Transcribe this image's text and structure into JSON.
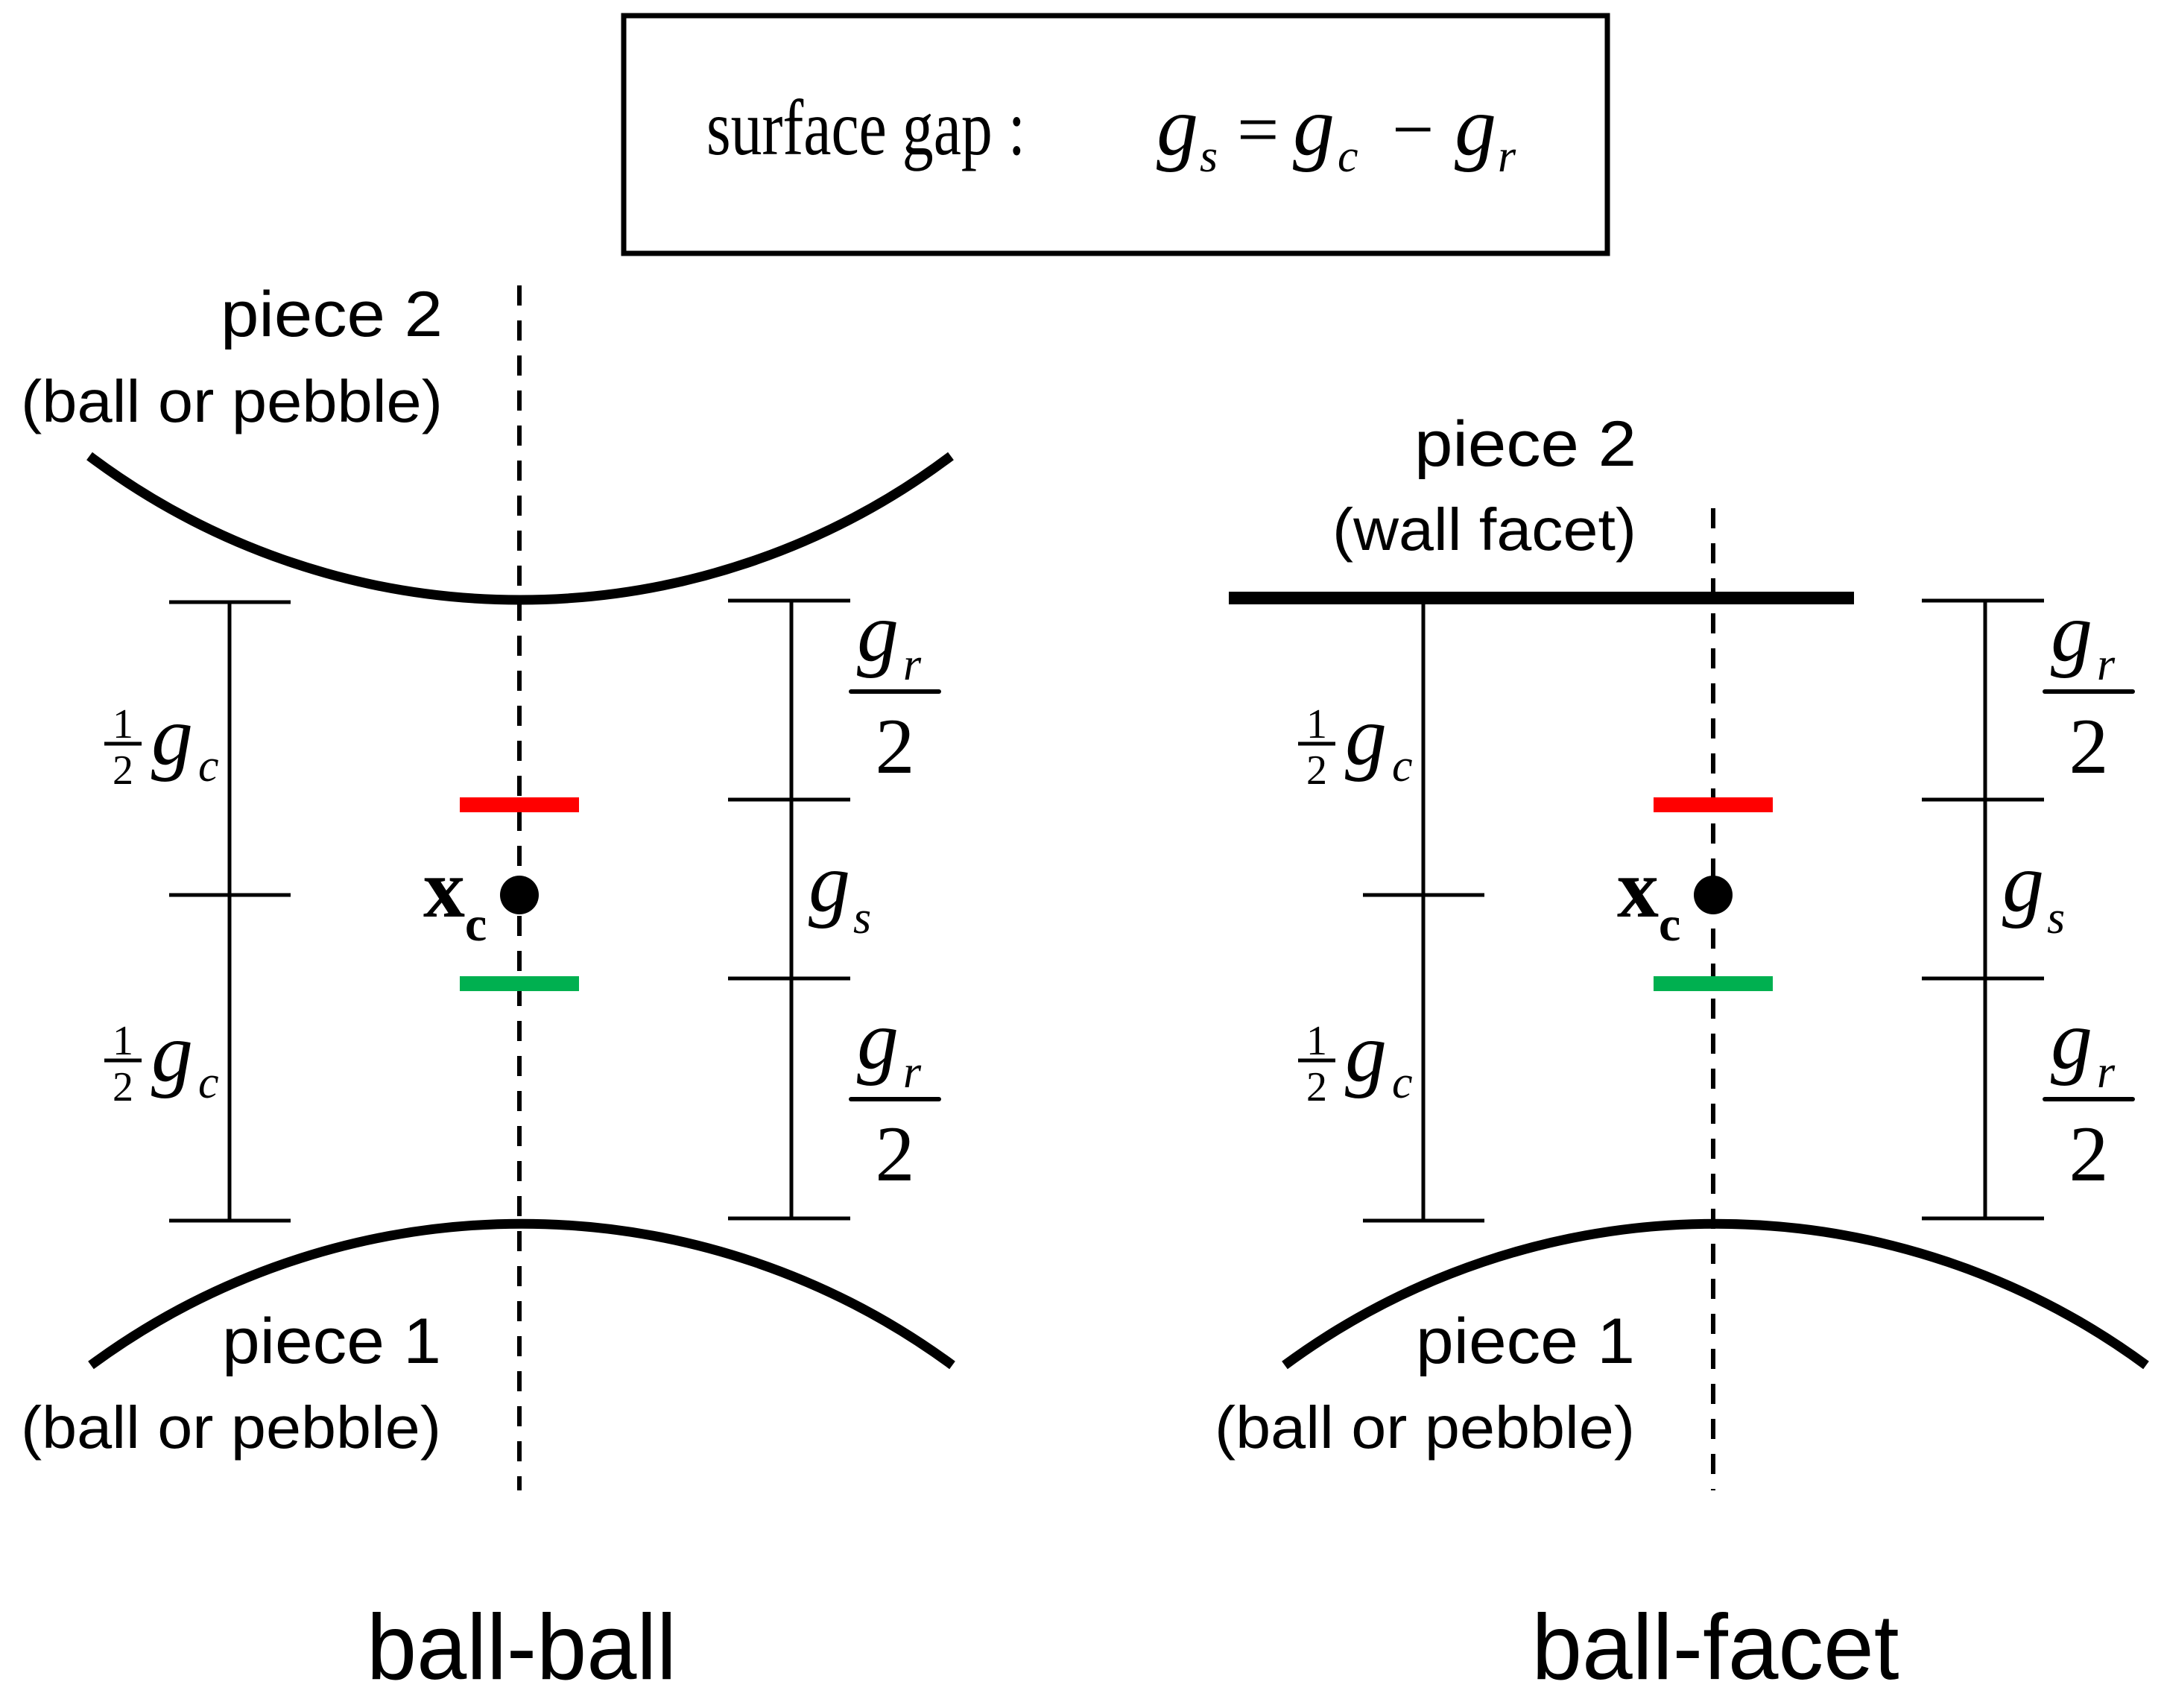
{
  "formula_box": {
    "label": "surface gap :",
    "equation": {
      "lhs_symbol": "g",
      "lhs_sub": "s",
      "equals": "=",
      "term1_symbol": "g",
      "term1_sub": "c",
      "minus": "−",
      "term2_symbol": "g",
      "term2_sub": "r"
    }
  },
  "colors": {
    "upper_marker": "#FF0000",
    "lower_marker": "#00B050",
    "ink": "#000000"
  },
  "diagrams": [
    {
      "caption": "ball-ball",
      "piece2": {
        "title": "piece 2",
        "subtitle": "(ball or pebble)",
        "shape": "ball"
      },
      "piece1": {
        "title": "piece 1",
        "subtitle": "(ball or pebble)",
        "shape": "ball"
      },
      "contact_point": {
        "symbol": "x",
        "sub": "c"
      },
      "left_dimension": {
        "upper": {
          "coef_num": "1",
          "coef_den": "2",
          "symbol": "g",
          "sub": "c"
        },
        "lower": {
          "coef_num": "1",
          "coef_den": "2",
          "symbol": "g",
          "sub": "c"
        }
      },
      "right_dimension": {
        "upper": {
          "symbol": "g",
          "sub": "r",
          "den": "2"
        },
        "middle": {
          "symbol": "g",
          "sub": "s"
        },
        "lower": {
          "symbol": "g",
          "sub": "r",
          "den": "2"
        }
      }
    },
    {
      "caption": "ball-facet",
      "piece2": {
        "title": "piece 2",
        "subtitle": "(wall facet)",
        "shape": "wall"
      },
      "piece1": {
        "title": "piece 1",
        "subtitle": "(ball or pebble)",
        "shape": "ball"
      },
      "contact_point": {
        "symbol": "x",
        "sub": "c"
      },
      "left_dimension": {
        "upper": {
          "coef_num": "1",
          "coef_den": "2",
          "symbol": "g",
          "sub": "c"
        },
        "lower": {
          "coef_num": "1",
          "coef_den": "2",
          "symbol": "g",
          "sub": "c"
        }
      },
      "right_dimension": {
        "upper": {
          "symbol": "g",
          "sub": "r",
          "den": "2"
        },
        "middle": {
          "symbol": "g",
          "sub": "s"
        },
        "lower": {
          "symbol": "g",
          "sub": "r",
          "den": "2"
        }
      }
    }
  ]
}
